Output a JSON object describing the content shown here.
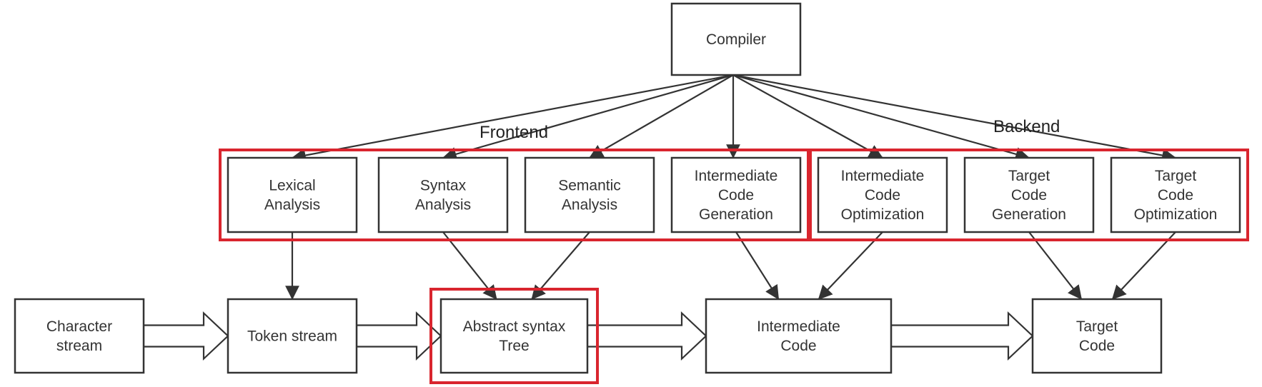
{
  "colors": {
    "highlight": "#d9252e",
    "stroke": "#333333",
    "text": "#333333"
  },
  "nodes": {
    "compiler": {
      "label": "Compiler"
    },
    "lexical": {
      "label": "Lexical\nAnalysis"
    },
    "syntax": {
      "label": "Syntax\nAnalysis"
    },
    "semantic": {
      "label": "Semantic\nAnalysis"
    },
    "icgen": {
      "label": "Intermediate\nCode\nGeneration"
    },
    "icopt": {
      "label": "Intermediate\nCode\nOptimization"
    },
    "tcgen": {
      "label": "Target\nCode\nGeneration"
    },
    "tcopt": {
      "label": "Target\nCode\nOptimization"
    },
    "chars": {
      "label": "Character\nstream"
    },
    "tokens": {
      "label": "Token stream"
    },
    "ast": {
      "label": "Abstract syntax\nTree"
    },
    "ic": {
      "label": "Intermediate\nCode"
    },
    "target": {
      "label": "Target\nCode"
    }
  },
  "groups": {
    "frontend": {
      "label": "Frontend",
      "members": [
        "lexical",
        "syntax",
        "semantic",
        "icgen"
      ]
    },
    "backend": {
      "label": "Backend",
      "members": [
        "icopt",
        "tcgen",
        "tcopt"
      ]
    }
  },
  "highlighted": [
    "ast"
  ],
  "edges": [
    {
      "from": "compiler",
      "to": "lexical"
    },
    {
      "from": "compiler",
      "to": "syntax"
    },
    {
      "from": "compiler",
      "to": "semantic"
    },
    {
      "from": "compiler",
      "to": "icgen"
    },
    {
      "from": "compiler",
      "to": "icopt"
    },
    {
      "from": "compiler",
      "to": "tcgen"
    },
    {
      "from": "compiler",
      "to": "tcopt"
    },
    {
      "from": "lexical",
      "to": "tokens"
    },
    {
      "from": "syntax",
      "to": "ast"
    },
    {
      "from": "semantic",
      "to": "ast"
    },
    {
      "from": "icgen",
      "to": "ic"
    },
    {
      "from": "icopt",
      "to": "ic"
    },
    {
      "from": "tcgen",
      "to": "target"
    },
    {
      "from": "tcopt",
      "to": "target"
    }
  ],
  "flow": [
    {
      "from": "chars",
      "to": "tokens"
    },
    {
      "from": "tokens",
      "to": "ast"
    },
    {
      "from": "ast",
      "to": "ic"
    },
    {
      "from": "ic",
      "to": "target"
    }
  ]
}
